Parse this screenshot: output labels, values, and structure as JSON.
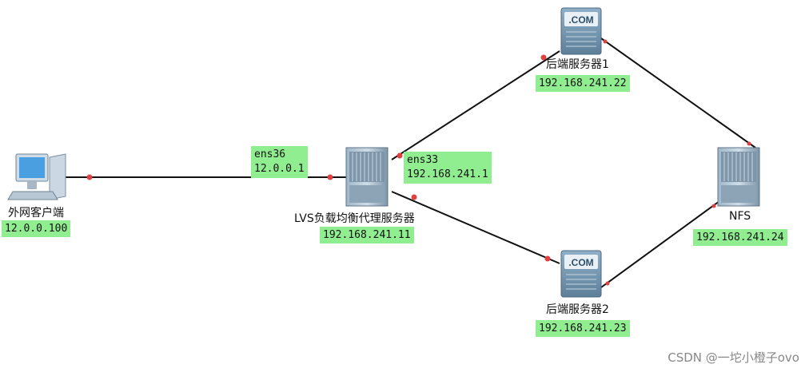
{
  "nodes": {
    "client": {
      "name": "外网客户端",
      "ip": "12.0.0.100"
    },
    "lvs": {
      "name": "LVS负载均衡代理服务器",
      "ip": "192.168.241.11",
      "iface_ext": {
        "name": "ens36",
        "ip": "12.0.0.1"
      },
      "iface_int": {
        "name": "ens33",
        "ip": "192.168.241.1"
      }
    },
    "backend1": {
      "name": "后端服务器1",
      "ip": "192.168.241.22",
      "badge": ".COM"
    },
    "backend2": {
      "name": "后端服务器2",
      "ip": "192.168.241.23",
      "badge": ".COM"
    },
    "nfs": {
      "name": "NFS",
      "ip": "192.168.241.24"
    }
  },
  "colors": {
    "ip_bg": "#90ee90",
    "link": "#111111",
    "endpoint": "#e04040"
  },
  "watermark": "CSDN @一坨小橙子ovo"
}
